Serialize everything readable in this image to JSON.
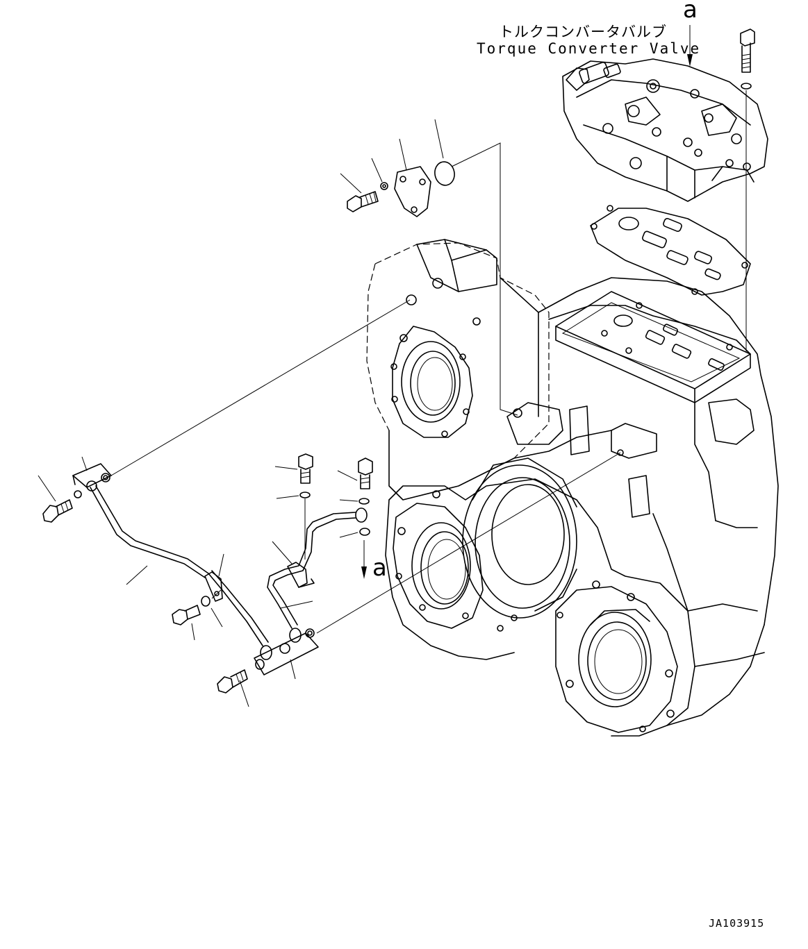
{
  "labels": {
    "valve_title_jp": "トルクコンバータバルブ",
    "valve_title_en": "Torque Converter Valve",
    "ref_mark_top": "a",
    "ref_mark_mid": "a",
    "drawing_code": "JA103915"
  },
  "colors": {
    "line": "#000000",
    "background": "#ffffff"
  }
}
